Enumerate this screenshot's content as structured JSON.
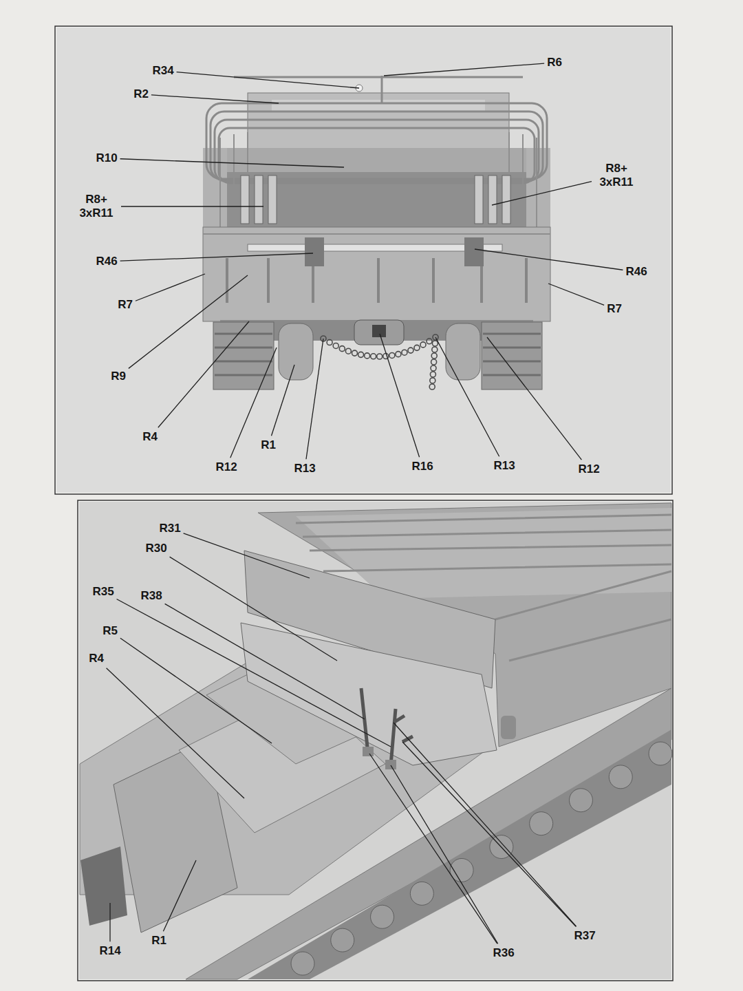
{
  "diagram": {
    "labels": [
      "R34",
      "R6",
      "R2",
      "R10",
      "R8+ 3xR11",
      "R8+ 3xR11",
      "R46",
      "R46",
      "R7",
      "R7",
      "R9",
      "R4",
      "R1",
      "R12",
      "R13",
      "R16",
      "R13",
      "R12",
      "R31",
      "R30",
      "R35",
      "R38",
      "R5",
      "R4",
      "R14",
      "R1",
      "R36",
      "R37"
    ]
  }
}
